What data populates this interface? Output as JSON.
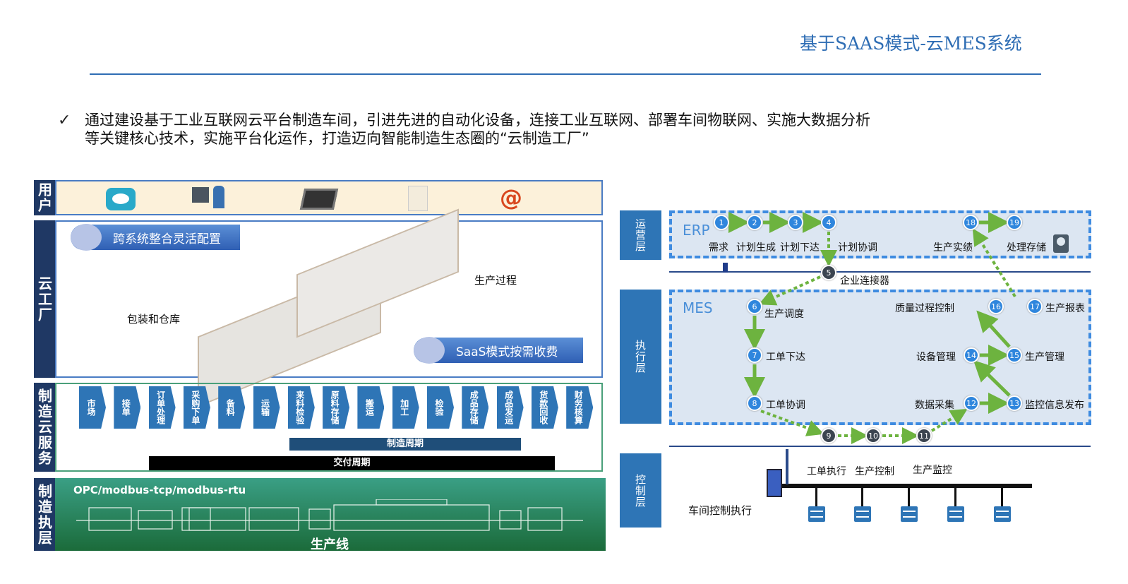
{
  "title": "基于SAAS模式-云MES系统",
  "bullet": {
    "line1": "通过建设基于工业互联网云平台制造车间，引进先进的自动化设备，连接工业互联网、部署车间物联网、实施大数据分析",
    "line2": "等关键核心技术，实施平台化运作，打造迈向智能制造生态圈的“云制造工厂”"
  },
  "left": {
    "rows": {
      "user": "用户",
      "cloud_factory": "云工厂",
      "cloud_service": "制造云服务",
      "execution": "制造执层"
    },
    "pills": {
      "config": "跨系统整合灵活配置",
      "saas": "SaaS模式按需收费"
    },
    "factory_labels": {
      "warehouse": "包装和仓库",
      "process": "生产过程"
    },
    "steps": [
      "市场",
      "接单",
      "订单处理",
      "采购下单",
      "备料",
      "运输",
      "来料检验",
      "原料存储",
      "搬运",
      "加工",
      "检验",
      "成品存储",
      "成品发运",
      "货款回收",
      "财务核算"
    ],
    "mfg_cycle": "制造周期",
    "delivery_cycle": "交付周期",
    "protocols": "OPC/modbus-tcp/modbus-rtu",
    "line_label": "生产线"
  },
  "right": {
    "layers": {
      "ops": "运营层",
      "exec": "执行层",
      "ctrl": "控制层"
    },
    "erp": "ERP",
    "mes": "MES",
    "nodes": {
      "n1": "1",
      "n2": "2",
      "n3": "3",
      "n4": "4",
      "n5": "5",
      "n6": "6",
      "n7": "7",
      "n8": "8",
      "n9": "9",
      "n10": "10",
      "n11": "11",
      "n12": "12",
      "n13": "13",
      "n14": "14",
      "n15": "15",
      "n16": "16",
      "n17": "17",
      "n18": "18",
      "n19": "19"
    },
    "labels": {
      "l1": "需求",
      "l2": "计划生成",
      "l3": "计划下达",
      "l4": "计划协调",
      "l18": "生产实绩",
      "l19": "处理存储",
      "l5": "企业连接器",
      "l6": "生产调度",
      "l7": "工单下达",
      "l8": "工单协调",
      "l16": "质量过程控制",
      "l17": "生产报表",
      "l14": "设备管理",
      "l15": "生产管理",
      "l12": "数据采集",
      "l13": "监控信息发布"
    },
    "control": {
      "c1": "工单执行",
      "c2": "生产控制",
      "c3": "生产监控",
      "workshop": "车间控制执行"
    }
  }
}
